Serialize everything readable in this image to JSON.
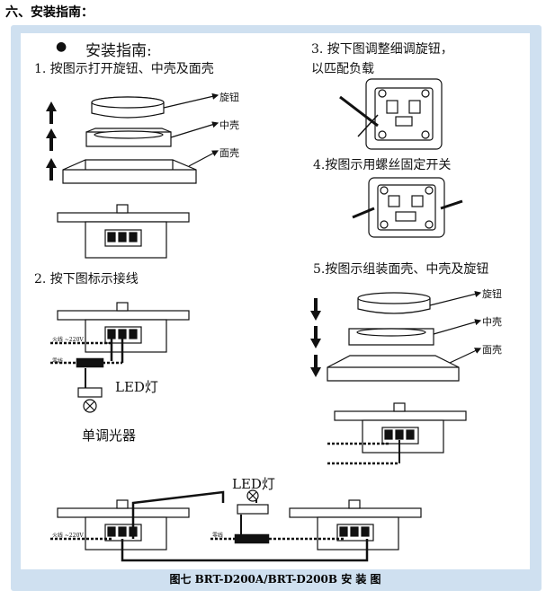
{
  "section_heading": "六、安装指南：",
  "panel": {
    "title_bullet": "●",
    "title": "安装指南:",
    "steps": {
      "s1": "1. 按图示打开旋钮、中壳及面壳",
      "s2": "2. 按下图标示接线",
      "s3_line1": "3. 按下图调整细调旋钮，",
      "s3_line2": "以匹配负载",
      "s4": "4.按图示用螺丝固定开关",
      "s5": "5.按图示组装面壳、中壳及旋钮"
    },
    "part_labels": {
      "knob": "旋钮",
      "middle_shell": "中壳",
      "face_shell": "面壳"
    },
    "wiring": {
      "live": "火线 ~220V",
      "neutral": "零线",
      "led_lamp": "LED灯",
      "single_dimmer": "单调光器"
    },
    "figure_caption": "图七  BRT-D200A/BRT-D200B 安 装 图"
  },
  "colors": {
    "frame": "#cfe0f0",
    "ink": "#111111"
  }
}
